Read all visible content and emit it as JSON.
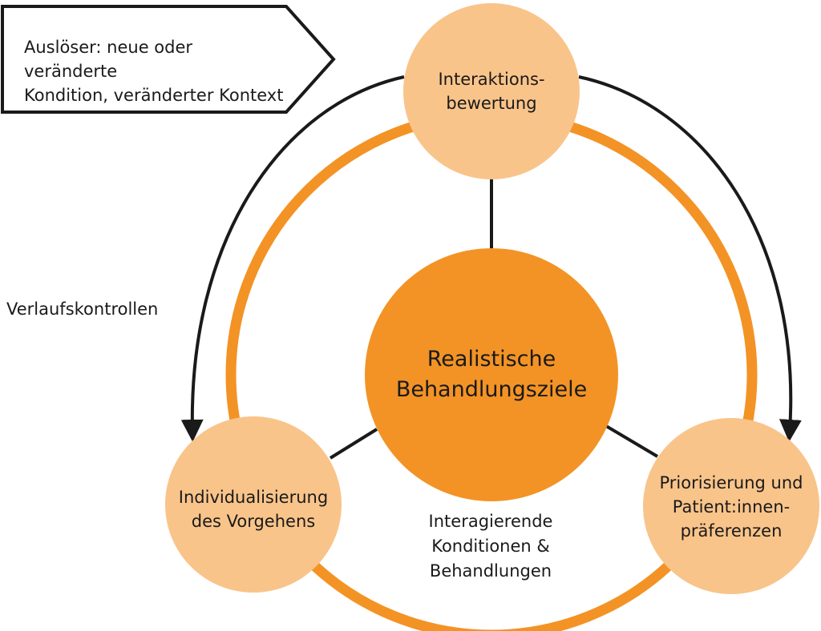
{
  "trigger": {
    "lines": [
      "Auslöser: neue oder veränderte",
      "Kondition, veränderter Kontext"
    ]
  },
  "side_label": "Verlaufskontrollen",
  "center": {
    "lines": [
      "Realistische",
      "Behandlungsziele"
    ]
  },
  "nodes": {
    "top": {
      "lines": [
        "Interaktions-",
        "bewertung"
      ]
    },
    "left": {
      "lines": [
        "Individualisierung",
        "des Vorgehens"
      ]
    },
    "right": {
      "lines": [
        "Priorisierung und",
        "Patient:innen-",
        "präferenzen"
      ]
    }
  },
  "bottom_label": {
    "lines": [
      "Interagierende",
      "Konditionen &",
      "Behandlungen"
    ]
  },
  "colors": {
    "center_fill": "#f39325",
    "node_fill": "#f9c48a",
    "ring": "#f39325",
    "stroke": "#1a1a1a"
  }
}
